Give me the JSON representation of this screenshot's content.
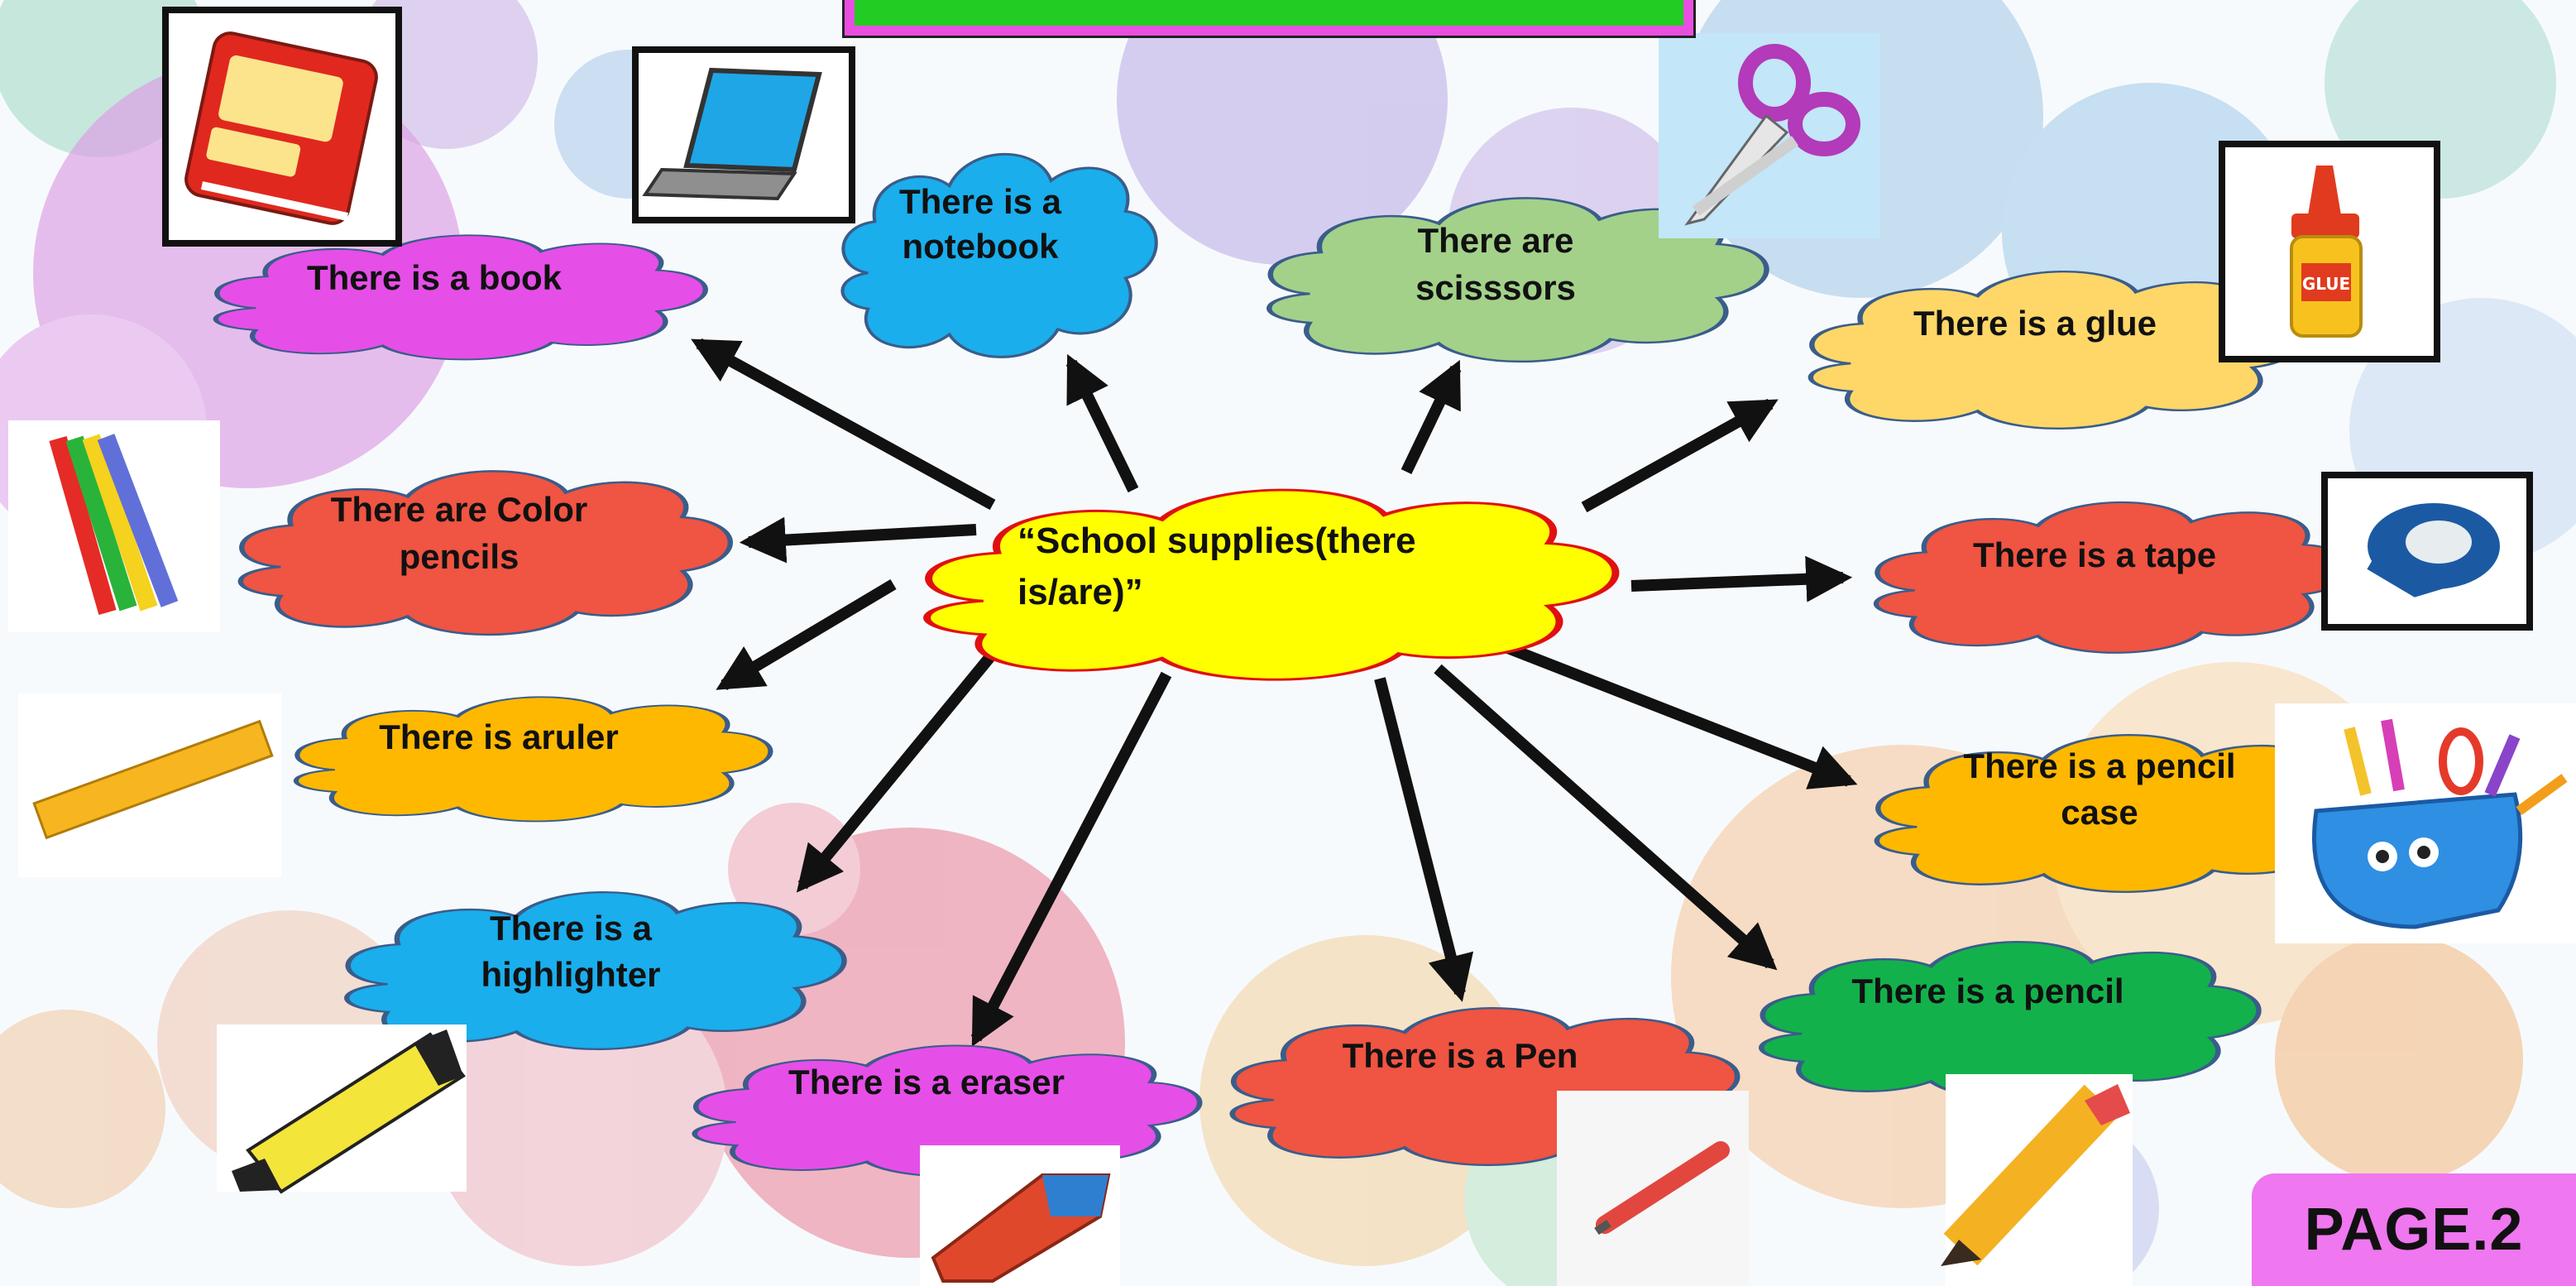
{
  "center": {
    "text": [
      "“School supplies(there",
      "is/are)”"
    ],
    "color": "#ffff00"
  },
  "nodes": [
    {
      "id": "book",
      "lines": [
        "There is a book"
      ],
      "color": "#e64ee8"
    },
    {
      "id": "notebook",
      "lines": [
        "There is a",
        "notebook"
      ],
      "color": "#1aaeed"
    },
    {
      "id": "scissors",
      "lines": [
        "There are",
        "scisssors"
      ],
      "color": "#a3d18a"
    },
    {
      "id": "glue",
      "lines": [
        "There is a glue"
      ],
      "color": "#ffd768"
    },
    {
      "id": "color-pencils",
      "lines": [
        "There are Color",
        "pencils"
      ],
      "color": "#f05442"
    },
    {
      "id": "tape",
      "lines": [
        "There is a tape"
      ],
      "color": "#f05442"
    },
    {
      "id": "ruler",
      "lines": [
        "There is aruler"
      ],
      "color": "#ffb800"
    },
    {
      "id": "pencil-case",
      "lines": [
        "There is a pencil",
        "case"
      ],
      "color": "#ffb800"
    },
    {
      "id": "highlighter",
      "lines": [
        "There is a",
        "highlighter"
      ],
      "color": "#1aaeed"
    },
    {
      "id": "pencil",
      "lines": [
        "There is a pencil"
      ],
      "color": "#13b14c"
    },
    {
      "id": "eraser",
      "lines": [
        "There is a eraser"
      ],
      "color": "#e64ee8"
    },
    {
      "id": "pen",
      "lines": [
        "There is a Pen"
      ],
      "color": "#f05442"
    }
  ],
  "images": [
    "book-icon",
    "laptop-icon",
    "scissors-icon",
    "glue-icon",
    "color-pencils-icon",
    "tape-icon",
    "ruler-icon",
    "pencil-case-icon",
    "highlighter-icon",
    "pencil-icon",
    "eraser-icon",
    "pen-icon"
  ],
  "page_label": "PAGE.2"
}
